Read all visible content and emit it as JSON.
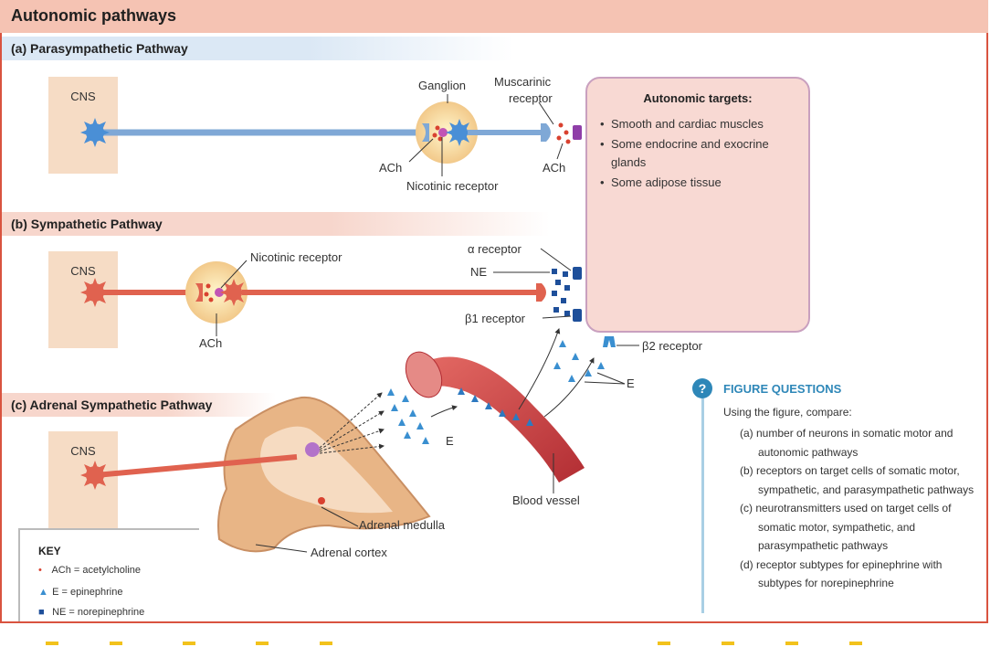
{
  "header": {
    "title": "Autonomic pathways"
  },
  "sections": {
    "a": "(a) Parasympathetic Pathway",
    "b": "(b) Sympathetic Pathway",
    "c": "(c) Adrenal Sympathetic Pathway"
  },
  "cns_label": "CNS",
  "labels": {
    "ganglion": "Ganglion",
    "muscarinic_1": "Muscarinic",
    "muscarinic_2": "receptor",
    "ach": "ACh",
    "nicotinic_receptor": "Nicotinic receptor",
    "alpha_receptor": "α receptor",
    "ne": "NE",
    "beta1": "β1 receptor",
    "beta2": "β2 receptor",
    "e": "E",
    "blood_vessel": "Blood vessel",
    "adrenal_medulla": "Adrenal medulla",
    "adrenal_cortex": "Adrenal cortex"
  },
  "targets": {
    "title": "Autonomic targets:",
    "items": [
      "Smooth and cardiac muscles",
      "Some endocrine and exocrine glands",
      "Some adipose tissue"
    ]
  },
  "figure_questions": {
    "icon": "?",
    "title": "FIGURE QUESTIONS",
    "intro": "Using the figure, compare:",
    "items": [
      "(a) number of neurons in somatic motor and autonomic pathways",
      "(b) receptors on target cells of somatic motor, sympathetic, and parasympathetic pathways",
      "(c) neurotransmitters used on target cells of somatic motor, sympathetic, and parasympathetic pathways",
      "(d) receptor subtypes for epinephrine with subtypes for norepinephrine"
    ]
  },
  "key": {
    "title": "KEY",
    "rows": [
      {
        "symbol": "•",
        "abbr": "ACh",
        "text": "= acetylcholine",
        "color": "#d9412f"
      },
      {
        "symbol": "▲",
        "abbr": "E",
        "text": "= epinephrine",
        "color": "#3a8fd0"
      },
      {
        "symbol": "■",
        "abbr": "NE",
        "text": "= norepinephrine",
        "color": "#1e4f9a"
      }
    ]
  },
  "colors": {
    "accent": "#d9533f",
    "para_axon": "#7fa8d6",
    "symp_axon": "#e0624f",
    "target_fill": "#f8d9d3",
    "target_border": "#c9a0bf",
    "question": "#2e87b8"
  }
}
